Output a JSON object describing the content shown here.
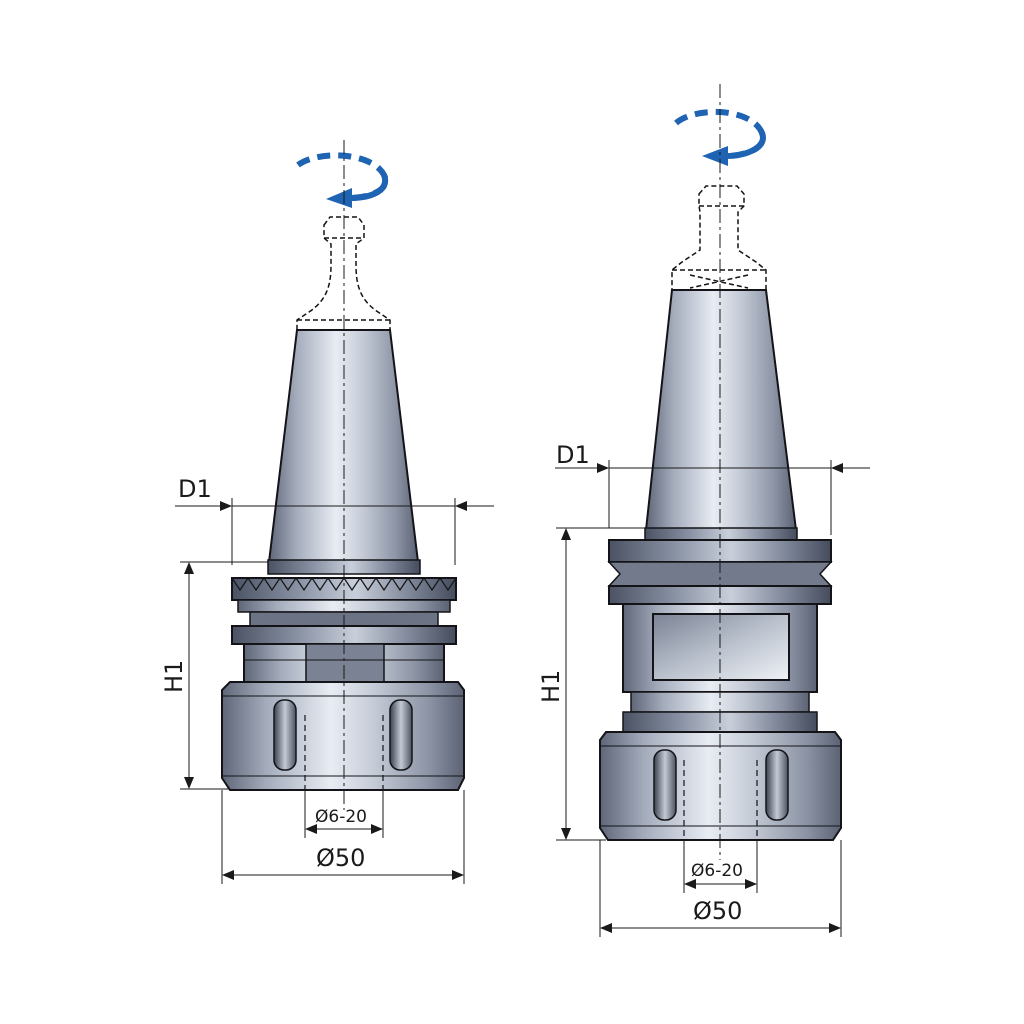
{
  "colors": {
    "steel_light": "#e2e6ee",
    "steel_mid": "#a3abbb",
    "steel_dark": "#5e6678",
    "outline": "#141418",
    "rotation_arrow": "#1f63b3",
    "dimension_line": "#1a1a1a"
  },
  "holders": [
    {
      "label_d1": "D1",
      "label_h1": "H1",
      "label_bore": "Ø6-20",
      "label_outer": "Ø50",
      "icons": [
        "rotation-arrow-icon",
        "pull-stud-outline"
      ]
    },
    {
      "label_d1": "D1",
      "label_h1": "H1",
      "label_bore": "Ø6-20",
      "label_outer": "Ø50",
      "icons": [
        "rotation-arrow-icon",
        "pull-stud-outline"
      ]
    }
  ]
}
